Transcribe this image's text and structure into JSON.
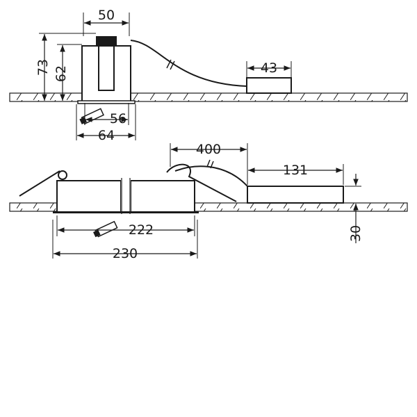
{
  "colors": {
    "line": "#1a1a1a",
    "background": "#ffffff"
  },
  "dimensions": {
    "top_width": "50",
    "top_height_total": "73",
    "top_height_inner": "62",
    "driver_width": "43",
    "cutout_small": "56",
    "cutout_large": "64",
    "cable_length": "400",
    "driver_length": "131",
    "driver_height": "30",
    "frame_inner": "222",
    "frame_outer": "230"
  }
}
